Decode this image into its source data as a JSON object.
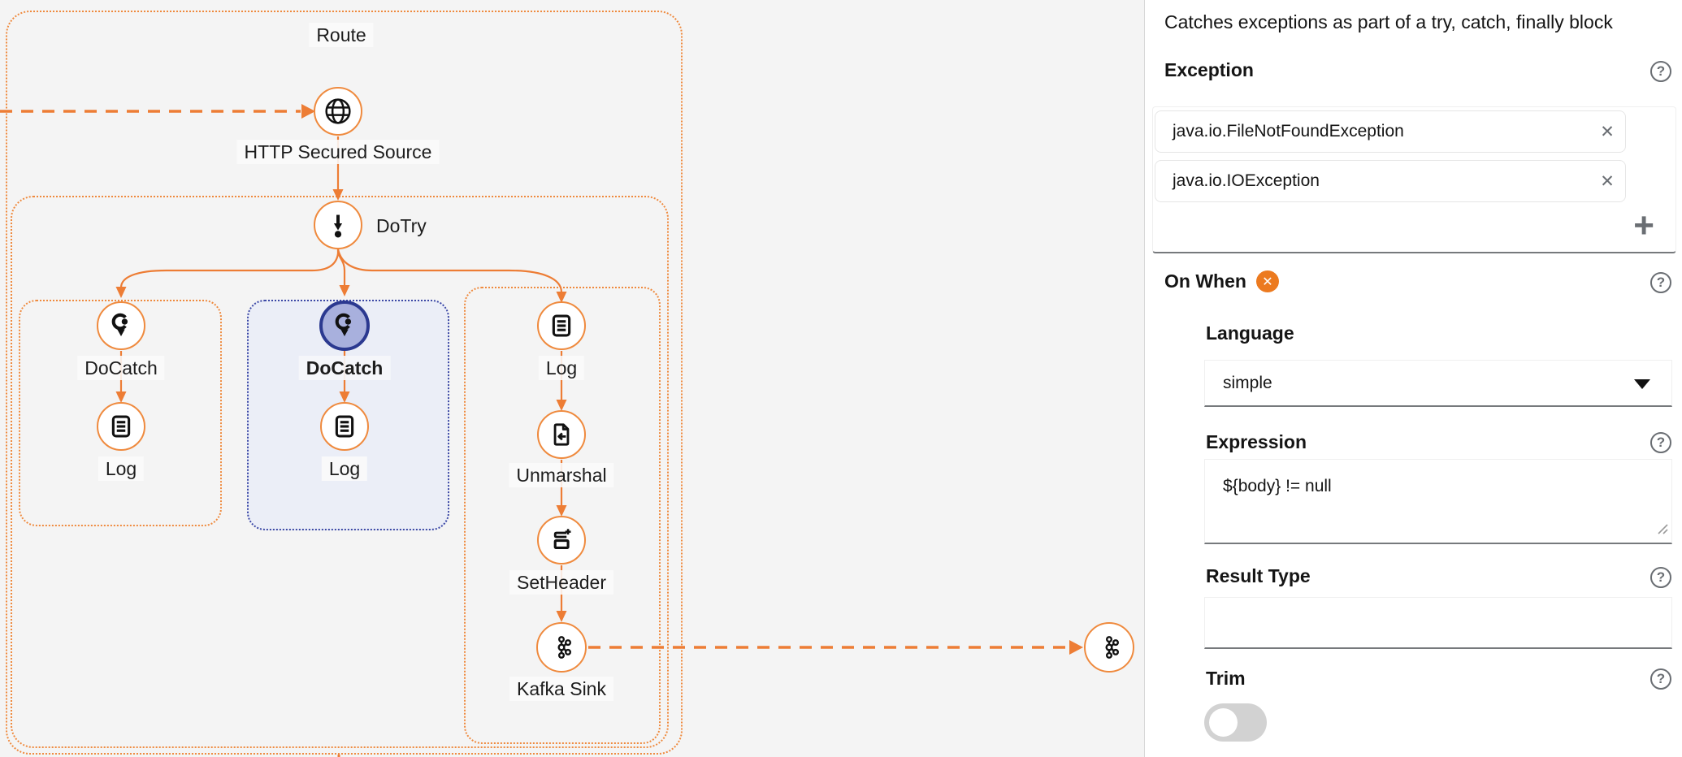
{
  "colors": {
    "accent_orange": "#ef8a3e",
    "selection_blue": "#2b3990",
    "selection_fill": "#a8b0dd",
    "badge_orange": "#ec7a1f",
    "canvas_bg": "#f4f4f4",
    "help_gray": "#6a6e73"
  },
  "canvas": {
    "route": {
      "label": "Route"
    },
    "nodes": {
      "http_source": {
        "label": "HTTP Secured Source",
        "icon": "globe-icon"
      },
      "do_try": {
        "label": "DoTry",
        "icon": "dotry-icon"
      },
      "do_catch_1": {
        "label": "DoCatch",
        "icon": "docatch-icon"
      },
      "log_1": {
        "label": "Log",
        "icon": "log-icon"
      },
      "do_catch_2": {
        "label": "DoCatch",
        "icon": "docatch-icon",
        "selected": true
      },
      "log_2": {
        "label": "Log",
        "icon": "log-icon"
      },
      "log_3": {
        "label": "Log",
        "icon": "log-icon"
      },
      "unmarshal": {
        "label": "Unmarshal",
        "icon": "unmarshal-icon"
      },
      "set_header": {
        "label": "SetHeader",
        "icon": "setheader-icon"
      },
      "kafka_sink": {
        "label": "Kafka Sink",
        "icon": "kafka-icon"
      },
      "kafka_target": {
        "label": "",
        "icon": "kafka-icon"
      }
    }
  },
  "panel": {
    "description": "Catches exceptions as part of a try, catch, finally block",
    "help_glyph": "?",
    "exception": {
      "label": "Exception",
      "items": [
        "java.io.FileNotFoundException",
        "java.io.IOException"
      ],
      "remove_glyph": "✕",
      "add_glyph": "+"
    },
    "on_when": {
      "label": "On When",
      "remove_glyph": "✕"
    },
    "language": {
      "label": "Language",
      "value": "simple"
    },
    "expression": {
      "label": "Expression",
      "value": "${body} != null"
    },
    "result_type": {
      "label": "Result Type",
      "value": ""
    },
    "trim": {
      "label": "Trim",
      "enabled": false
    }
  }
}
